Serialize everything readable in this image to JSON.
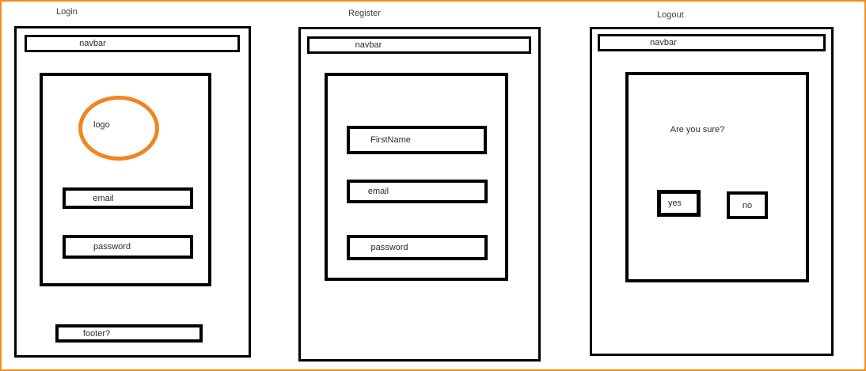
{
  "colors": {
    "frame_orange": "#EF8D1D",
    "logo_ellipse_orange": "#F08621",
    "line_black": "#000000",
    "background_white": "#FFFFFF"
  },
  "panels": {
    "login": {
      "title": "Login",
      "navbar_label": "navbar",
      "logo_label": "logo",
      "email_field": "email",
      "password_field": "password",
      "footer_label": "footer?"
    },
    "register": {
      "title": "Register",
      "navbar_label": "navbar",
      "firstname_field": "FirstName",
      "email_field": "email",
      "password_field": "password"
    },
    "logout": {
      "title": "Logout",
      "navbar_label": "navbar",
      "confirm_question": "Are you sure?",
      "yes_button": "yes",
      "no_button": "no"
    }
  }
}
